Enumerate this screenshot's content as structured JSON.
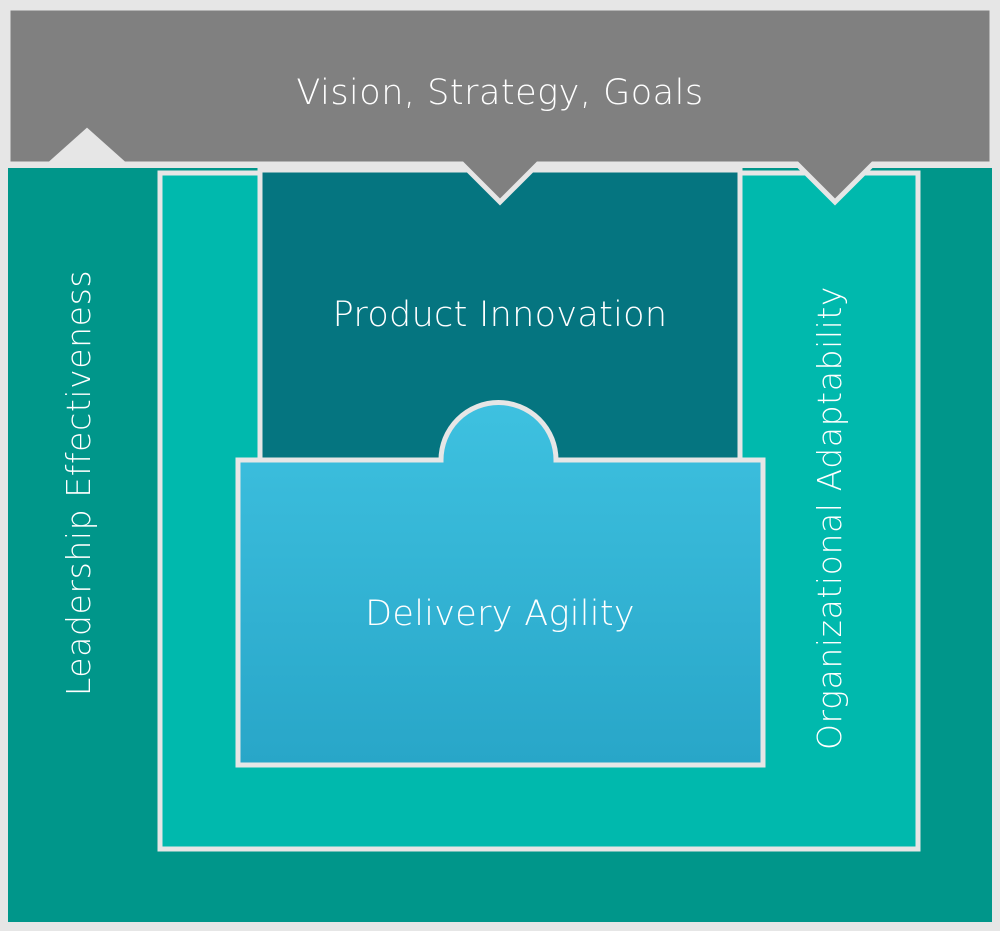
{
  "diagram": {
    "top_band": {
      "label": "Vision, Strategy, Goals",
      "color": "#808080"
    },
    "outer_frame": {
      "label": "Leadership Effectiveness",
      "color": "#00968A"
    },
    "middle_frame": {
      "label": "Organizational Adaptability",
      "color": "#00B9AD"
    },
    "inner_block": {
      "label": "Product Innovation",
      "color": "#057580"
    },
    "core_block": {
      "label": "Delivery Agility",
      "color_top": "#3EC1E0",
      "color_bottom": "#28A6C8"
    },
    "border_color": "#E6E6E6"
  }
}
